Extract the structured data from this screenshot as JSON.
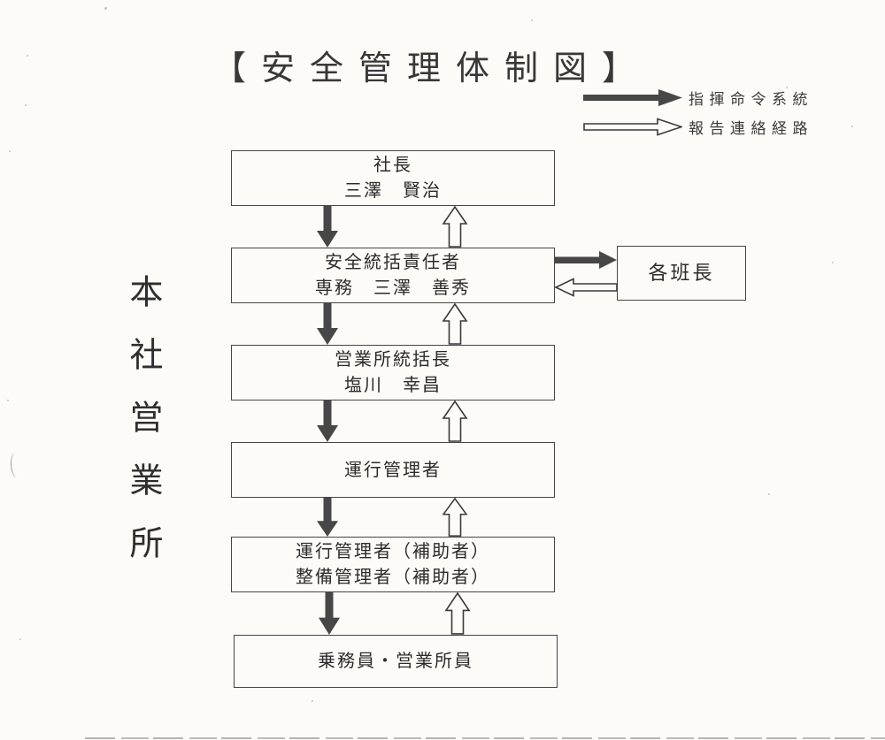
{
  "document": {
    "title": "【安全管理体制図】",
    "side_label": "本社営業所",
    "paper_color": "#fcfbf8",
    "ink_color": "#2b2b2b",
    "arrow_solid_color": "#474747"
  },
  "legend": {
    "items": [
      {
        "icon": "solid-arrow-icon",
        "label": "指揮命令系統"
      },
      {
        "icon": "hollow-arrow-icon",
        "label": "報告連絡経路"
      }
    ]
  },
  "org_chart": {
    "type": "hierarchy-diagram",
    "nodes": {
      "president": {
        "line1": "社長",
        "line2": "三澤　賢治"
      },
      "safety_officer": {
        "line1": "安全統括責任者",
        "line2": "専務　三澤　善秀"
      },
      "office_manager": {
        "line1": "営業所統括長",
        "line2": "塩川　幸昌"
      },
      "operation_manager": {
        "line1": "運行管理者"
      },
      "assistant_managers": {
        "line1": "運行管理者（補助者）",
        "line2": "整備管理者（補助者）"
      },
      "staff": {
        "line1": "乗務員・営業所員"
      },
      "team_leaders": {
        "line1": "各班長"
      }
    },
    "edges": [
      {
        "from": "president",
        "to": "safety_officer",
        "type": "指揮命令系統"
      },
      {
        "from": "safety_officer",
        "to": "president",
        "type": "報告連絡経路"
      },
      {
        "from": "safety_officer",
        "to": "team_leaders",
        "type": "指揮命令系統"
      },
      {
        "from": "team_leaders",
        "to": "safety_officer",
        "type": "報告連絡経路"
      },
      {
        "from": "safety_officer",
        "to": "office_manager",
        "type": "指揮命令系統"
      },
      {
        "from": "office_manager",
        "to": "safety_officer",
        "type": "報告連絡経路"
      },
      {
        "from": "office_manager",
        "to": "operation_manager",
        "type": "指揮命令系統"
      },
      {
        "from": "operation_manager",
        "to": "office_manager",
        "type": "報告連絡経路"
      },
      {
        "from": "operation_manager",
        "to": "assistant_managers",
        "type": "指揮命令系統"
      },
      {
        "from": "assistant_managers",
        "to": "operation_manager",
        "type": "報告連絡経路"
      },
      {
        "from": "assistant_managers",
        "to": "staff",
        "type": "指揮命令系統"
      },
      {
        "from": "staff",
        "to": "assistant_managers",
        "type": "報告連絡経路"
      }
    ]
  }
}
